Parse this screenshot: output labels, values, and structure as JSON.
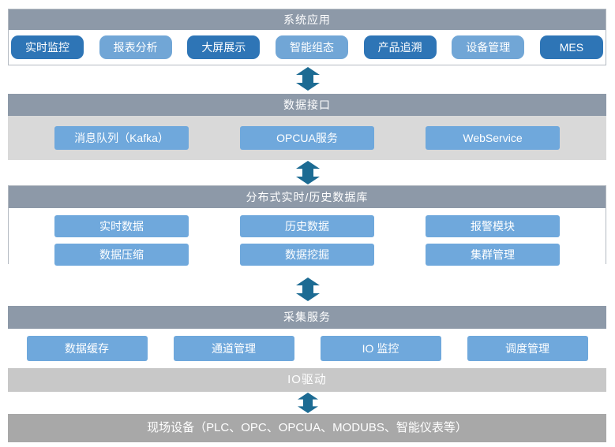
{
  "colors": {
    "layer_header_bg": "#8d99a8",
    "dark_button": "#2e75b6",
    "light_button": "#71a6d6",
    "node_button": "#6fa8dc",
    "interface_body_bg": "#d9d9d9",
    "io_bar_bg": "#c8c8c8",
    "device_bar_bg": "#a8a8a8",
    "arrow": "#1c6b93",
    "text": "#ffffff"
  },
  "icons": {
    "connector": "double-headed-vertical-arrow"
  },
  "app_layer": {
    "title": "系统应用",
    "buttons": [
      {
        "label": "实时监控",
        "variant": "dark"
      },
      {
        "label": "报表分析",
        "variant": "light"
      },
      {
        "label": "大屏展示",
        "variant": "dark"
      },
      {
        "label": "智能组态",
        "variant": "light"
      },
      {
        "label": "产品追溯",
        "variant": "dark"
      },
      {
        "label": "设备管理",
        "variant": "light"
      },
      {
        "label": "MES",
        "variant": "dark"
      }
    ]
  },
  "interface_layer": {
    "title": "数据接口",
    "buttons": [
      "消息队列（Kafka）",
      "OPCUA服务",
      "WebService"
    ]
  },
  "database_layer": {
    "title": "分布式实时/历史数据库",
    "buttons_row1": [
      "实时数据",
      "历史数据",
      "报警模块"
    ],
    "buttons_row2": [
      "数据压缩",
      "数据挖掘",
      "集群管理"
    ]
  },
  "collection_layer": {
    "title": "采集服务",
    "buttons": [
      "数据缓存",
      "通道管理",
      "IO 监控",
      "调度管理"
    ],
    "io_driver_label": "IO驱动"
  },
  "field_device_bar": {
    "label": "现场设备（PLC、OPC、OPCUA、MODUBS、智能仪表等）"
  }
}
